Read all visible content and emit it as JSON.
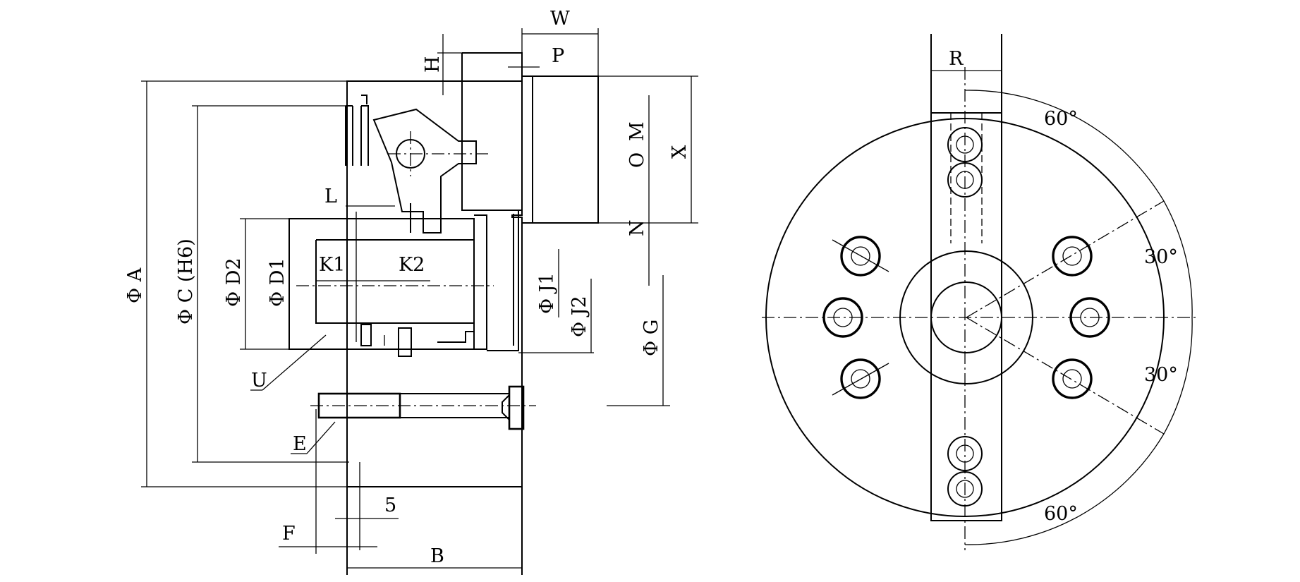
{
  "labels": {
    "W": "W",
    "P": "P",
    "H": "H",
    "M": "M",
    "O": "O",
    "X": "X",
    "N": "N",
    "L": "L",
    "K1": "K1",
    "K2": "K2",
    "phiA": "Φ A",
    "phiC": "Φ C (H6)",
    "phiD2": "Φ D2",
    "phiD1": "Φ D1",
    "phiJ1": "Φ J1",
    "phiJ2": "Φ J2",
    "phiG": "Φ G",
    "U": "U",
    "E": "E",
    "five": "5",
    "F": "F",
    "B": "B",
    "R": "R",
    "angle60top": "60°",
    "angle30a": "30°",
    "angle30b": "30°",
    "angle60bottom": "60°"
  }
}
